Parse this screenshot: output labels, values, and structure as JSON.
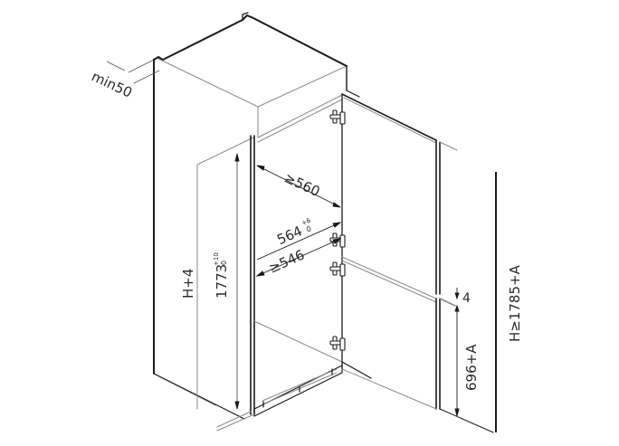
{
  "diagram": {
    "type": "built-in refrigerator installation dimensions (isometric line drawing)",
    "colors": {
      "background": "#ffffff",
      "heavy_line": "#1a1a1a",
      "light_line": "#8a8a8a",
      "text": "#2a2a2a"
    },
    "labels": {
      "top_ventilation_gap": "min50",
      "niche_depth": "≥560",
      "appliance_width": "564",
      "appliance_width_tolerance_upper": "+6",
      "appliance_width_tolerance_lower": "0",
      "inner_clearance": "≥546",
      "niche_height": "1773",
      "niche_height_tolerance_upper": "+10",
      "niche_height_tolerance_lower": "0",
      "cabinet_height": "H+4",
      "door_gap": "4",
      "lower_door_height": "696+A",
      "total_height": "H≥1785+A"
    },
    "components": [
      "cabinet-niche",
      "fridge-body",
      "upper-door",
      "lower-door",
      "hinges",
      "plinth"
    ]
  }
}
